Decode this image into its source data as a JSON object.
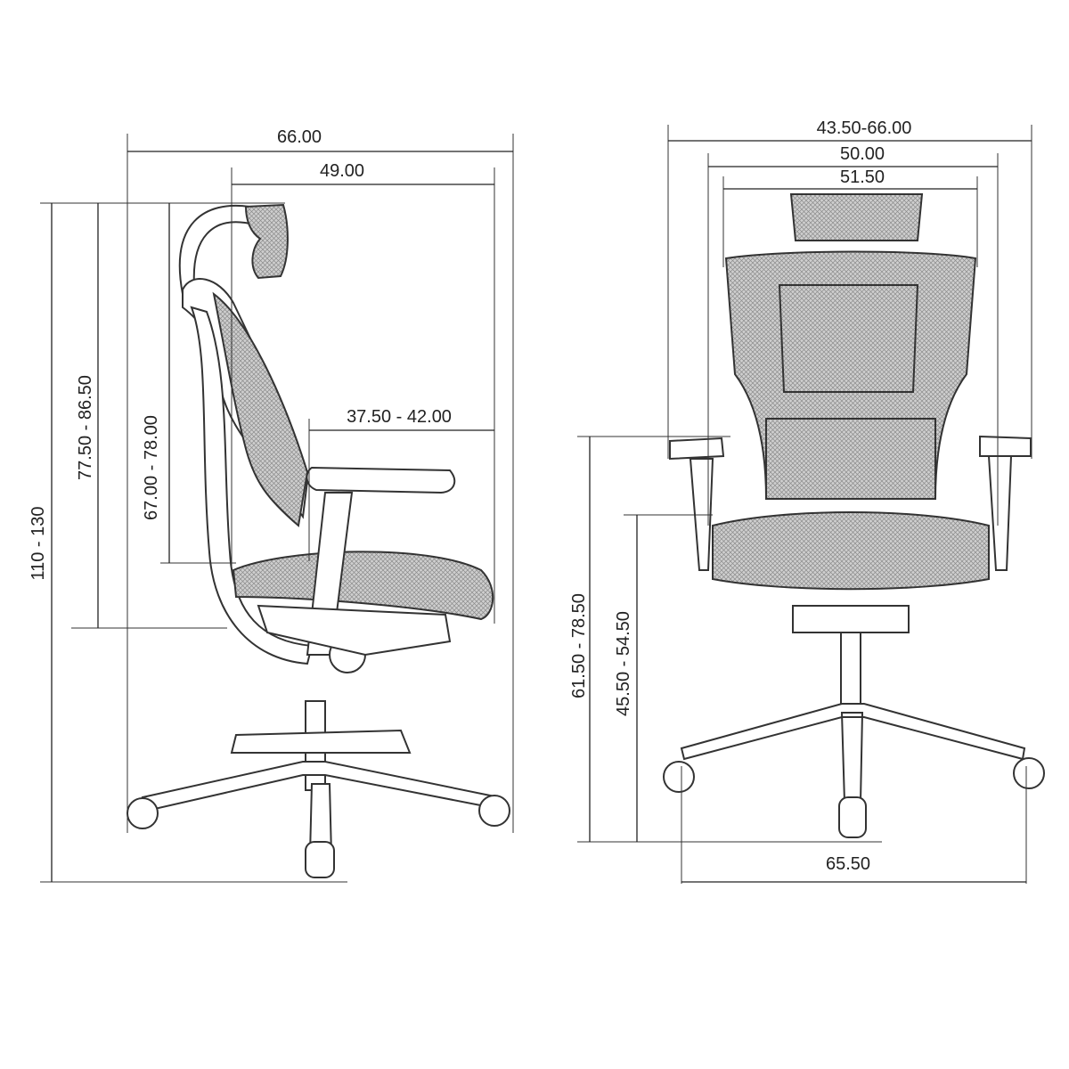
{
  "side_view": {
    "overall_depth": "66.00",
    "seat_depth_to_back": "49.00",
    "armrest_depth": "37.50 - 42.00",
    "overall_height": "110 - 130",
    "backrest_to_floor_seat": "77.50 - 86.50",
    "backrest_height": "67.00 - 78.00"
  },
  "front_view": {
    "armrest_width_range": "43.50-66.00",
    "inner_width": "50.00",
    "seat_width": "51.50",
    "armrest_height": "61.50 - 78.50",
    "seat_height": "45.50 - 54.50",
    "base_width": "65.50"
  },
  "colors": {
    "line": "#222222",
    "background": "#ffffff"
  }
}
